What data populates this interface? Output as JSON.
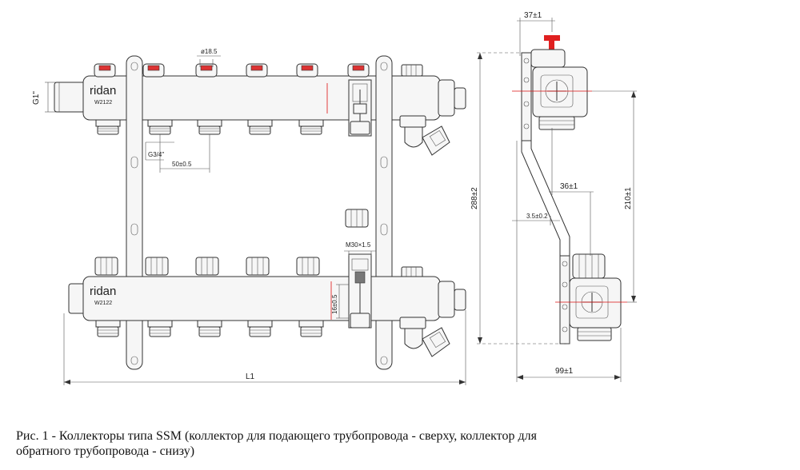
{
  "manifold": {
    "brand": "ridan",
    "model": "W2122"
  },
  "dimensions": {
    "inlet_thread": "G1\"",
    "valve_diameter": "ø18.5",
    "outlet_thread": "G3/4\"",
    "outlet_spacing": "50±0.5",
    "flowmeter_thread": "M30×1.5",
    "valve_height": "16±0.5",
    "length": "L1",
    "side_depth": "37±1",
    "total_height": "288±2",
    "offset": "36±1",
    "bracket_offset": "3.5±0.2",
    "axis_distance": "210±1",
    "side_width": "99±1"
  },
  "caption": {
    "line1": "Рис. 1 - Коллекторы типа SSM (коллектор для подающего трубопровода - сверху, коллектор для",
    "line2": "обратного трубопровода - снизу)"
  }
}
